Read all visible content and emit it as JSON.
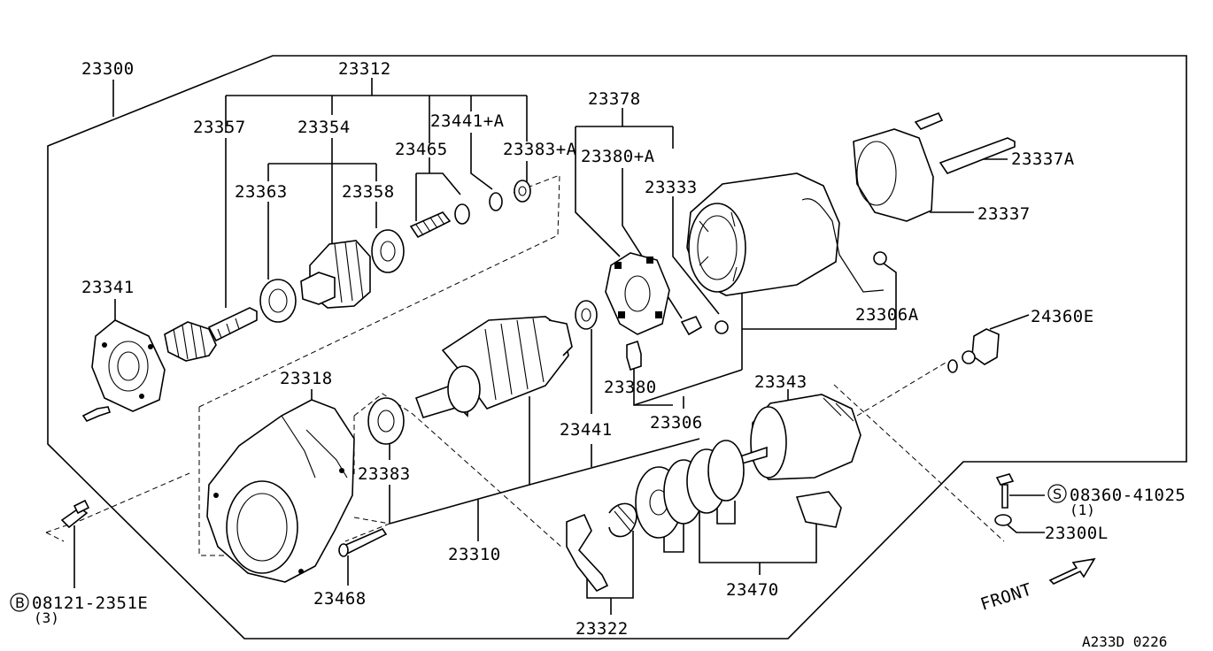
{
  "labels": {
    "assembly": "23300",
    "armature_group": "23312",
    "clutch": "23357",
    "gear": "23354",
    "spring_kit": "23441+A",
    "spring": "23465",
    "bearing_a": "23383+A",
    "bush_group": "23363",
    "bearing_b": "23358",
    "brush_holder": "23378",
    "brush_kit": "23380+A",
    "yoke": "23333",
    "through_bolt": "23337A",
    "rear_cover": "23337",
    "front_plate": "23341",
    "lead_wire": "23306A",
    "terminal_cover": "24360E",
    "gear_case": "23318",
    "brush": "23380",
    "solenoid": "23343",
    "yoke_assy": "23306",
    "bearing_c": "23441",
    "bearing_d": "23383",
    "screw_a": "08360-41025",
    "screw_a_qty": "(1)",
    "screw_a_prefix": "S",
    "washer": "23300L",
    "armature": "23310",
    "bolt_b": "08121-2351E",
    "bolt_b_qty": "(3)",
    "bolt_b_prefix": "B",
    "screw_c": "23468",
    "shim_kit": "23470",
    "lever": "23322",
    "front_mark": "FRONT",
    "diagram_code": "A233D 0226"
  }
}
